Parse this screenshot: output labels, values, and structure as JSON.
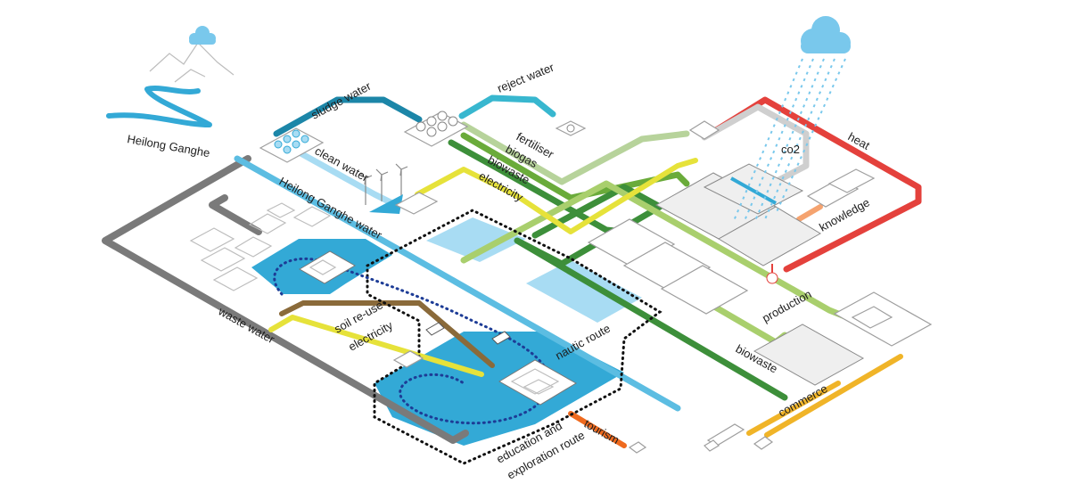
{
  "colors": {
    "water": "#33a9d6",
    "water_dark": "#1c86a8",
    "water_light": "#a8dcf3",
    "heat": "#e4413c",
    "grey": "#7a7a7a",
    "light_grey": "#cfcfcf",
    "green_dark": "#3d8f3a",
    "green": "#6aab3a",
    "green_light": "#a9cf6d",
    "green_pale": "#b7d39b",
    "yellow": "#e6e23a",
    "brown": "#8a6a3a",
    "orange": "#f0b428",
    "tourism_orange": "#ef6a1e",
    "knowledge_orange": "#f5a36f",
    "cloud": "#79c8ec"
  },
  "labels": {
    "heilong_ganghe": "Heilong Ganghe",
    "sludge_water": "sludge water",
    "clean_water": "clean water",
    "heilong_ganghe_water": "Heilong Ganghe water",
    "reject_water": "reject water",
    "fertiliser": "fertiliser",
    "biogas": "biogas",
    "biowaste_top": "biowaste",
    "electricity_top": "electricity",
    "co2": "co2",
    "heat": "heat",
    "knowledge": "knowledge",
    "production": "production",
    "biowaste_bottom": "biowaste",
    "commerce": "commerce",
    "waste_water": "waste water",
    "soil_reuse": "soil re-use",
    "electricity_bottom": "electricity",
    "nautic_route": "nautic route",
    "tourism": "tourism",
    "education_line1": "education and",
    "education_line2": "exploration route"
  }
}
